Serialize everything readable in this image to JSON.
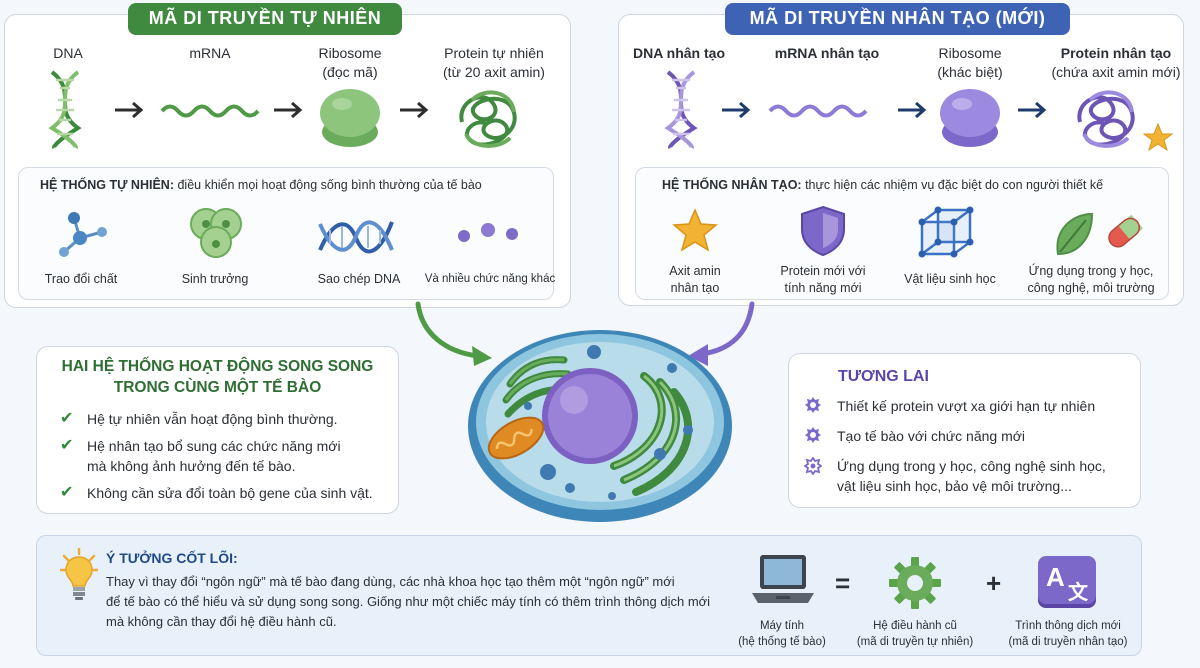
{
  "natural": {
    "title": "MÃ DI TRUYỀN TỰ NHIÊN",
    "stages": [
      {
        "label": "DNA",
        "sub": ""
      },
      {
        "label": "mRNA",
        "sub": ""
      },
      {
        "label": "Ribosome",
        "sub": "(đọc mã)"
      },
      {
        "label": "Protein tự nhiên",
        "sub": "(từ 20 axit amin)"
      }
    ],
    "system_heading": "HỆ THỐNG TỰ NHIÊN:",
    "system_desc": "điều khiển mọi hoạt động sống bình thường của tế bào",
    "functions": [
      {
        "label": "Trao đổi chất",
        "icon": "molecule-icon"
      },
      {
        "label": "Sinh trưởng",
        "icon": "cells-icon"
      },
      {
        "label": "Sao chép DNA",
        "icon": "dna-helix-icon"
      },
      {
        "label": "Và nhiều chức năng khác",
        "icon": "dots-icon"
      }
    ],
    "color": "#3f8a3f"
  },
  "artificial": {
    "title": "MÃ DI TRUYỀN NHÂN TẠO (MỚI)",
    "stages": [
      {
        "label": "DNA nhân tạo",
        "sub": ""
      },
      {
        "label": "mRNA nhân tạo",
        "sub": ""
      },
      {
        "label": "Ribosome",
        "sub": "(khác biệt)"
      },
      {
        "label": "Protein nhân tạo",
        "sub": "(chứa axit amin mới)"
      }
    ],
    "system_heading": "HỆ THỐNG NHÂN TẠO:",
    "system_desc": "thực hiện các nhiệm vụ đặc biệt do con người thiết kế",
    "functions": [
      {
        "label1": "Axit amin",
        "label2": "nhân tạo",
        "icon": "star-icon"
      },
      {
        "label1": "Protein mới với",
        "label2": "tính năng mới",
        "icon": "shield-icon"
      },
      {
        "label1": "Vật liệu sinh học",
        "label2": "",
        "icon": "cube-lattice-icon"
      },
      {
        "label1": "Ứng dụng trong y học,",
        "label2": "công nghệ, môi trường",
        "icon": "leaf-pill-icon"
      }
    ],
    "color": "#3e63b5"
  },
  "parallel": {
    "title1": "HAI HỆ THỐNG HOẠT ĐỘNG SONG SONG",
    "title2": "TRONG CÙNG MỘT TẾ BÀO",
    "points": [
      {
        "l1": "Hệ tự nhiên vẫn hoạt động bình thường.",
        "l2": ""
      },
      {
        "l1": "Hệ nhân tạo bổ sung các chức năng mới",
        "l2": "mà không ảnh hưởng đến tế bào."
      },
      {
        "l1": "Không cần sửa đổi toàn bộ gene của sinh vật.",
        "l2": ""
      }
    ]
  },
  "future": {
    "title": "TƯƠNG LAI",
    "points": [
      {
        "l1": "Thiết kế protein vượt xa giới hạn tự nhiên",
        "l2": ""
      },
      {
        "l1": "Tạo tế bào với chức năng mới",
        "l2": ""
      },
      {
        "l1": "Ứng dụng trong y học, công nghệ sinh học,",
        "l2": "vật liệu sinh học, bảo vệ môi trường..."
      }
    ]
  },
  "core": {
    "title": "Ý TƯỞNG CỐT LÕI:",
    "lines": [
      "Thay vì thay đổi “ngôn ngữ” mà tế bào đang dùng, các nhà khoa học tạo thêm một “ngôn ngữ” mới",
      "để tế bào có thể hiểu và sử dụng song song. Giống như một chiếc máy tính có thêm trình thông dịch mới",
      "mà không cần thay đổi hệ điều hành cũ."
    ],
    "analogy": {
      "computer_l1": "Máy tính",
      "computer_l2": "(hệ thống tế bào)",
      "equals": "=",
      "os_l1": "Hệ điều hành cũ",
      "os_l2": "(mã di truyền tự nhiên)",
      "plus": "+",
      "interp_l1": "Trình thông dịch mới",
      "interp_l2": "(mã di truyền nhân tạo)",
      "interp_glyph_a": "A",
      "interp_glyph_b": "文"
    }
  }
}
